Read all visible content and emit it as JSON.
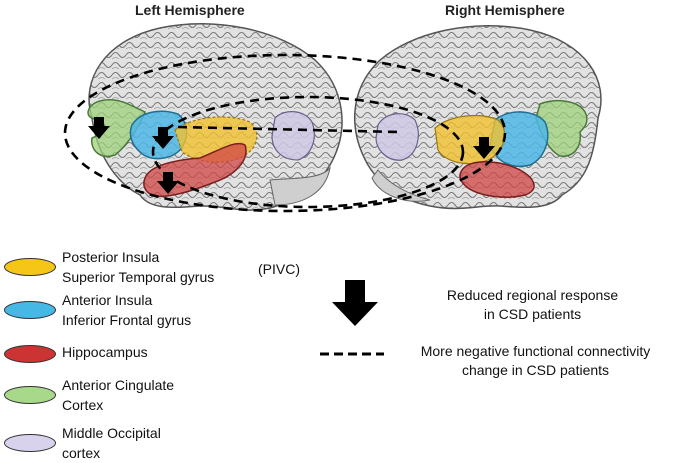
{
  "titles": {
    "left": "Left Hemisphere",
    "right": "Right Hemisphere"
  },
  "legend": [
    {
      "line1": "Posterior Insula",
      "line2": "Superior Temporal gyrus",
      "color": "#f5c518",
      "icon": "yellow-ellipse-swatch"
    },
    {
      "line1": "Anterior Insula",
      "line2": "Inferior Frontal gyrus",
      "color": "#45b8e6",
      "icon": "blue-ellipse-swatch"
    },
    {
      "line1": "Hippocampus",
      "line2": "",
      "color": "#cc3333",
      "icon": "red-ellipse-swatch"
    },
    {
      "line1": "Anterior Cingulate",
      "line2": "Cortex",
      "color": "#a8d88a",
      "icon": "green-ellipse-swatch"
    },
    {
      "line1": "Middle Occipital",
      "line2": "cortex",
      "color": "#d9d2ec",
      "icon": "lavender-ellipse-swatch"
    }
  ],
  "pivc_label": "(PIVC)",
  "key": {
    "arrow_line1": "Reduced regional response",
    "arrow_line2": "in CSD patients",
    "dash_line1": "More negative functional connectivity",
    "dash_line2": "change in CSD patients"
  },
  "region_colors": {
    "posterior_insula": "#f2c230",
    "anterior_insula": "#4fb7e6",
    "hippocampus": "#d14545",
    "anterior_cingulate": "#9fd27c",
    "middle_occipital": "#cfc8e4"
  }
}
